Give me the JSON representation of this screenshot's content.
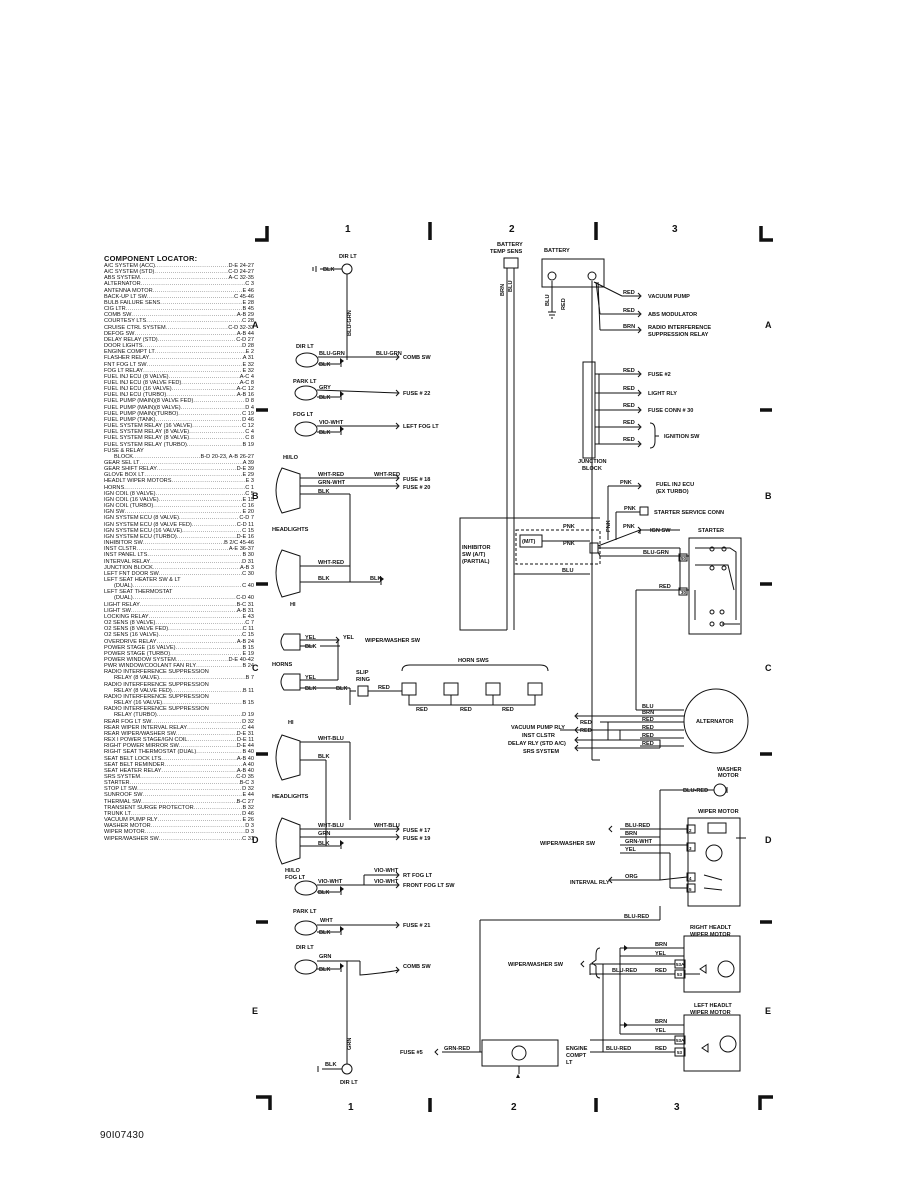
{
  "grid": {
    "columns": [
      "1",
      "2",
      "3"
    ],
    "rows": [
      "A",
      "B",
      "C",
      "D",
      "E"
    ]
  },
  "locator": {
    "title": "COMPONENT LOCATOR:",
    "items": [
      {
        "name": "A/C SYSTEM (ACC)",
        "pos": "D-E 24-27"
      },
      {
        "name": "A/C SYSTEM (STD)",
        "pos": "C-D 24-27"
      },
      {
        "name": "ABS SYSTEM",
        "pos": "A-C 32-35"
      },
      {
        "name": "ALTERNATOR",
        "pos": "C 3"
      },
      {
        "name": "ANTENNA MOTOR",
        "pos": "E 46"
      },
      {
        "name": "BACK-UP LT SW",
        "pos": "C 45-46"
      },
      {
        "name": "BULB FAILURE SENS",
        "pos": "E 28"
      },
      {
        "name": "CIG LTR",
        "pos": "B 45"
      },
      {
        "name": "COMB SW",
        "pos": "A-B 29"
      },
      {
        "name": "COURTESY LTS",
        "pos": "C 28"
      },
      {
        "name": "CRUISE CTRL SYSTEM",
        "pos": "C-D 32-33"
      },
      {
        "name": "DEFOG SW",
        "pos": "A-B 44"
      },
      {
        "name": "DELAY RELAY (STD)",
        "pos": "C-D 27"
      },
      {
        "name": "DOOR LIGHTS",
        "pos": "D 28"
      },
      {
        "name": "ENGINE COMPT LT",
        "pos": "E 2"
      },
      {
        "name": "FLASHER RELAY",
        "pos": "A 31"
      },
      {
        "name": "FNT FOG LT SW",
        "pos": "E 32"
      },
      {
        "name": "FOG LT RELAY",
        "pos": "E 32"
      },
      {
        "name": "FUEL INJ ECU (8 VALVE)",
        "pos": "A-C 4"
      },
      {
        "name": "FUEL INJ ECU (8 VALVE FED)",
        "pos": "A-C 8"
      },
      {
        "name": "FUEL INJ ECU (16 VALVE)",
        "pos": "A-C 12"
      },
      {
        "name": "FUEL INJ ECU (TURBO)",
        "pos": "A-B 16"
      },
      {
        "name": "FUEL PUMP (MAIN)(8 VALVE FED)",
        "pos": "D 8"
      },
      {
        "name": "FUEL PUMP (MAIN)(8 VALVE)",
        "pos": "D 4"
      },
      {
        "name": "FUEL PUMP (MAIN)(TURBO)",
        "pos": "C 19"
      },
      {
        "name": "FUEL PUMP (TANK)",
        "pos": "D 46"
      },
      {
        "name": "FUEL SYSTEM RELAY (16 VALVE)",
        "pos": "C 12"
      },
      {
        "name": "FUEL SYSTEM RELAY (8 VALVE)",
        "pos": "C 4"
      },
      {
        "name": "FUEL SYSTEM RELAY (8 VALVE)",
        "pos": "C 8"
      },
      {
        "name": "FUEL SYSTEM RELAY (TURBO)",
        "pos": "B 19"
      },
      {
        "name": "FUSE & RELAY",
        "pos": ""
      },
      {
        "name": "BLOCK",
        "pos": "B-D 20-23, A-B 26-27",
        "indent": true
      },
      {
        "name": "GEAR SEL LT",
        "pos": "A 39"
      },
      {
        "name": "GEAR SHIFT RELAY",
        "pos": "D-E 39"
      },
      {
        "name": "GLOVE BOX LT",
        "pos": "E 29"
      },
      {
        "name": "HEADLT WIPER MOTORS",
        "pos": "E 3"
      },
      {
        "name": "HORNS",
        "pos": "C 1"
      },
      {
        "name": "IGN COIL (8 VALVE)",
        "pos": "C 5"
      },
      {
        "name": "IGN COIL (16 VALVE)",
        "pos": "E 15"
      },
      {
        "name": "IGN COIL (TURBO)",
        "pos": "C 16"
      },
      {
        "name": "IGN SW",
        "pos": "E 20"
      },
      {
        "name": "IGN SYSTEM ECU (8 VALVE)",
        "pos": "C-D 7"
      },
      {
        "name": "IGN SYSTEM ECU (8 VALVE FED)",
        "pos": "C-D 11"
      },
      {
        "name": "IGN SYSTEM ECU (16 VALVE)",
        "pos": "C 15"
      },
      {
        "name": "IGN SYSTEM ECU (TURBO)",
        "pos": "D-E 16"
      },
      {
        "name": "INHIBITOR SW",
        "pos": "B 2/C 45-46"
      },
      {
        "name": "INST CLSTR",
        "pos": "A-E 36-37"
      },
      {
        "name": "INST PANEL LTS",
        "pos": "B 30"
      },
      {
        "name": "INTERVAL RELAY",
        "pos": "D 31"
      },
      {
        "name": "JUNCTION BLOCK",
        "pos": "A-B 3"
      },
      {
        "name": "LEFT FNT DOOR SW",
        "pos": "C 30"
      },
      {
        "name": "LEFT SEAT HEATER SW & LT",
        "pos": ""
      },
      {
        "name": "(DUAL)",
        "pos": "C 40",
        "indent": true
      },
      {
        "name": "LEFT SEAT THERMOSTAT",
        "pos": ""
      },
      {
        "name": "(DUAL)",
        "pos": "C-D 40",
        "indent": true
      },
      {
        "name": "LIGHT RELAY",
        "pos": "B-C 31"
      },
      {
        "name": "LIGHT SW",
        "pos": "A-B 31"
      },
      {
        "name": "LOCKING RELAY",
        "pos": "E 43"
      },
      {
        "name": "O2 SENS (8 VALVE)",
        "pos": "C 7"
      },
      {
        "name": "O2 SENS (8 VALVE FED)",
        "pos": "C 11"
      },
      {
        "name": "O2 SENS (16 VALVE)",
        "pos": "C 15"
      },
      {
        "name": "OVERDRIVE RELAY",
        "pos": "A-B 24"
      },
      {
        "name": "POWER STAGE (16 VALVE)",
        "pos": "B 15"
      },
      {
        "name": "POWER STAGE (TURBO)",
        "pos": "E 19"
      },
      {
        "name": "POWER WINDOW SYSTEM",
        "pos": "D-E 40-42"
      },
      {
        "name": "PWR WINDOW/COOLANT FAN RLY",
        "pos": "B 24"
      },
      {
        "name": "RADIO INTERFERENCE SUPPRESSION",
        "pos": ""
      },
      {
        "name": "RELAY (8 VALVE)",
        "pos": "B 7",
        "indent": true
      },
      {
        "name": "RADIO INTERFERENCE SUPPRESSION",
        "pos": ""
      },
      {
        "name": "RELAY (8 VALVE FED)",
        "pos": "B 11",
        "indent": true
      },
      {
        "name": "RADIO INTERFERENCE SUPPRESSION",
        "pos": ""
      },
      {
        "name": "RELAY (16 VALVE)",
        "pos": "B 15",
        "indent": true
      },
      {
        "name": "RADIO INTERFERENCE SUPPRESSION",
        "pos": ""
      },
      {
        "name": "RELAY (TURBO)",
        "pos": "D 19",
        "indent": true
      },
      {
        "name": "REAR FOG LT SW",
        "pos": "D 32"
      },
      {
        "name": "REAR WIPER INTERVAL RELAY",
        "pos": "C 44"
      },
      {
        "name": "REAR WIPER/WASHER SW",
        "pos": "D-E 31"
      },
      {
        "name": "REX I POWER STAGE/IGN COIL",
        "pos": "D-E 11"
      },
      {
        "name": "RIGHT POWER MIRROR SW",
        "pos": "D-E 44"
      },
      {
        "name": "RIGHT SEAT THERMOSTAT (DUAL)",
        "pos": "B 40"
      },
      {
        "name": "SEAT BELT LOCK LTS",
        "pos": "A-B 40"
      },
      {
        "name": "SEAT BELT REMINDER",
        "pos": "A 40"
      },
      {
        "name": "SEAT HEATER RELAY",
        "pos": "A-B 40"
      },
      {
        "name": "SRS SYSTEM",
        "pos": "C-D 35"
      },
      {
        "name": "STARTER",
        "pos": "B-C 3"
      },
      {
        "name": "STOP LT SW",
        "pos": "D 32"
      },
      {
        "name": "SUNROOF SW",
        "pos": "E 44"
      },
      {
        "name": "THERMAL SW",
        "pos": "B-C 27"
      },
      {
        "name": "TRANSIENT SURGE PROTECTOR",
        "pos": "B 32"
      },
      {
        "name": "TRUNK LT",
        "pos": "D 46"
      },
      {
        "name": "VACUUM PUMP RLY",
        "pos": "E 26"
      },
      {
        "name": "WASHER MOTOR",
        "pos": "D 3"
      },
      {
        "name": "WIPER MOTOR",
        "pos": "D 3"
      },
      {
        "name": "WIPER/WASHER SW",
        "pos": "C 31"
      }
    ]
  },
  "labels": {
    "dir_lt": "DIR LT",
    "park_lt": "PARK LT",
    "fog_lt": "FOG LT",
    "hi_lo": "HI/LO",
    "hi": "HI",
    "headlights": "HEADLIGHTS",
    "horns": "HORNS",
    "slip_ring": [
      "SLIP",
      "RING"
    ],
    "horn_sws": "HORN SWS",
    "battery": "BATTERY",
    "battery_temp_sens": [
      "BATTERY",
      "TEMP SENS"
    ],
    "junction_block": [
      "JUNCTION",
      "BLOCK"
    ],
    "inhibitor_sw": [
      "INHIBITOR",
      "SW (A/T)",
      "(PARTIAL)"
    ],
    "mt": "(M/T)",
    "starter": "STARTER",
    "alternator": "ALTERNATOR",
    "washer_motor": [
      "WASHER",
      "MOTOR"
    ],
    "wiper_motor": "WIPER MOTOR",
    "wiper_washer_sw": "WIPER/WASHER SW",
    "right_headlt_wiper": [
      "RIGHT HEADLT",
      "WIPER MOTOR"
    ],
    "left_headlt_wiper": [
      "LEFT HEADLT",
      "WIPER MOTOR"
    ],
    "engine_compt_lt": [
      "ENGINE",
      "COMPT",
      "LT"
    ],
    "vacuum_pump": "VACUUM PUMP",
    "abs_modulator": "ABS MODULATOR",
    "radio_interference": [
      "RADIO INTERFERENCE",
      "SUPPRESSION RELAY"
    ],
    "fuse2": "FUSE #2",
    "light_rly": "LIGHT RLY",
    "fuse_conn30": "FUSE CONN # 30",
    "ignition_sw": "IGNITION SW",
    "fuel_inj_ecu": [
      "FUEL INJ ECU",
      "(EX TURBO)"
    ],
    "starter_service_conn": "STARTER SERVICE CONN",
    "ign_sw": "IGN SW",
    "comb_sw": "COMB SW",
    "fuse22": "FUSE # 22",
    "left_fog_lt": "LEFT FOG LT",
    "fuse18": "FUSE # 18",
    "fuse20": "FUSE # 20",
    "fuse17": "FUSE # 17",
    "fuse19": "FUSE # 19",
    "rt_fog_lt": "RT FOG LT",
    "front_fog_lt_sw": "FRONT FOG LT SW",
    "fuse21": "FUSE # 21",
    "fuse5": "FUSE #5",
    "vacuum_pump_rly": "VACUUM PUMP RLY",
    "inst_clstr": "INST CLSTR",
    "delay_rly": "DELAY RLY (STD A/C)",
    "srs_system": "SRS SYSTEM",
    "interval_rly": "INTERVAL RLY",
    "terminals": {
      "t30": "30",
      "t50": "50",
      "t2": "2",
      "t3": "3",
      "t4": "4",
      "t5": "5",
      "t53a": "53A",
      "t53": "53"
    }
  },
  "wires": {
    "blk": "BLK",
    "blu_grn": "BLU-GRN",
    "grn": "GRN",
    "gry": "GRY",
    "vio_wht": "VIO-WHT",
    "wht_red": "WHT-RED",
    "grn_wht": "GRN-WHT",
    "yel": "YEL",
    "red": "RED",
    "brn": "BRN",
    "blu": "BLU",
    "pnk": "PNK",
    "wht_blu": "WHT-BLU",
    "wht": "WHT",
    "blu_red": "BLU-RED",
    "org": "ORG",
    "grn_red": "GRN-RED"
  },
  "doc_id": "90I07430"
}
